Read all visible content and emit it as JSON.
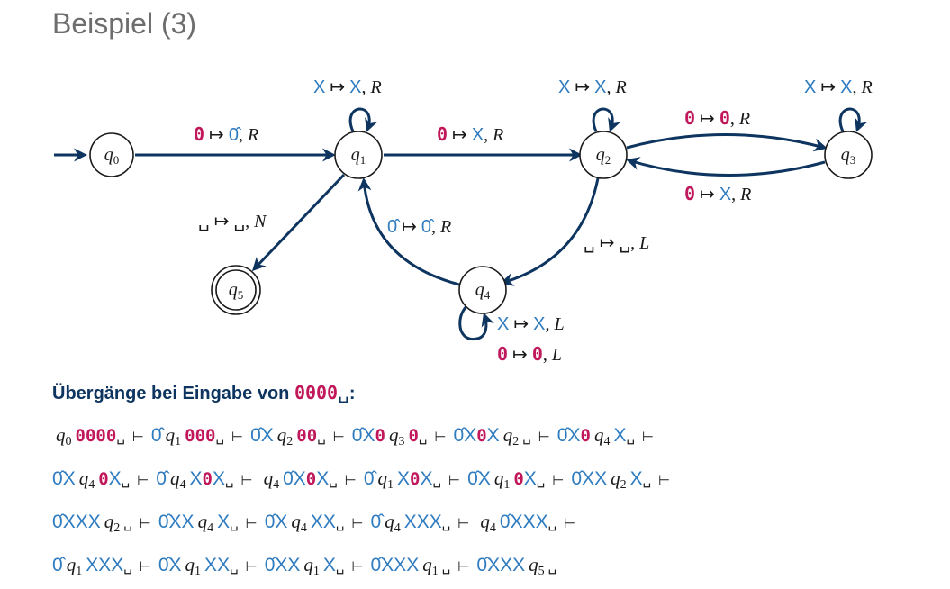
{
  "title": "Beispiel (3)",
  "colors": {
    "edge": "#0d3560",
    "blue_symbol": "#2f7cc0",
    "red_symbol": "#c0185a",
    "title": "#6d6d6d"
  },
  "states": [
    {
      "id": "q0",
      "base": "q",
      "sub": "0"
    },
    {
      "id": "q1",
      "base": "q",
      "sub": "1"
    },
    {
      "id": "q2",
      "base": "q",
      "sub": "2"
    },
    {
      "id": "q3",
      "base": "q",
      "sub": "3"
    },
    {
      "id": "q4",
      "base": "q",
      "sub": "4"
    },
    {
      "id": "q5",
      "base": "q",
      "sub": "5",
      "accepting": true
    }
  ],
  "transitions": {
    "q0_q1": "0 ↦ 0̂, R",
    "q1_loop": "X ↦ X, R",
    "q1_q2": "0 ↦ X, R",
    "q1_q5": "␣ ↦ ␣, N",
    "q2_loop": "X ↦ X, R",
    "q2_q3": "0 ↦ 0, R",
    "q3_q2": "0 ↦ X, R",
    "q3_loop": "X ↦ X, R",
    "q2_q4": "␣ ↦ ␣, L",
    "q4_q1": "0̂ ↦ 0̂, R",
    "q4_loop_1": "X ↦ X, L",
    "q4_loop_2": "0 ↦ 0, L"
  },
  "glyphs": {
    "maps": "↦",
    "comma": ",",
    "turnstile": "⊢",
    "hat_zero": "0̂"
  },
  "section": {
    "heading": "Übergänge bei Eingabe von ",
    "input": "0000",
    "blank": "␣",
    "colon": ":"
  },
  "trace": [
    "q0 0000␣ ⊢ 0̂ q1 000␣ ⊢ 0̂X q2 00␣ ⊢ 0̂X0 q3 0␣ ⊢ 0̂X0X q2 ␣ ⊢ 0̂X0 q4 X␣ ⊢",
    "0̂X q4 0X␣ ⊢ 0̂ q4 X0X␣ ⊢ q4 0̂X0X␣ ⊢ 0̂ q1 X0X␣ ⊢ 0̂X q1 0X␣ ⊢ 0̂XX q2 X␣ ⊢",
    "0̂XXX q2 ␣ ⊢ 0̂XX q4 X␣ ⊢ 0̂X q4 XX␣ ⊢ 0̂ q4 XXX␣ ⊢ q4 0̂XXX␣ ⊢",
    "0̂ q1 XXX␣ ⊢ 0̂X q1 XX␣ ⊢ 0̂XX q1 X␣ ⊢ 0̂XXX q1 ␣ ⊢ 0̂XXX q5 ␣"
  ]
}
